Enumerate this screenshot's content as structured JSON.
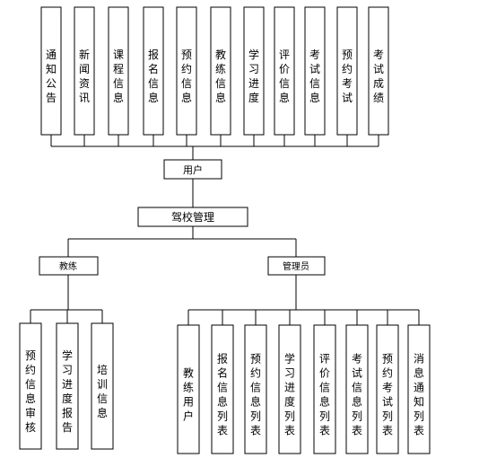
{
  "root": {
    "label": "驾校管理"
  },
  "user": {
    "label": "用户",
    "children": [
      "通知公告",
      "新闻资讯",
      "课程信息",
      "报名信息",
      "预约信息",
      "教练信息",
      "学习进度",
      "评价信息",
      "考试信息",
      "预约考试",
      "考试成绩"
    ]
  },
  "coach": {
    "label": "教练",
    "children": [
      "预约信息审核",
      "学习进度报告",
      "培训信息"
    ]
  },
  "admin": {
    "label": "管理员",
    "children": [
      "教练用户",
      "报名信息列表",
      "预约信息列表",
      "学习进度列表",
      "评价信息列表",
      "考试信息列表",
      "预约考试列表",
      "消息通知列表"
    ]
  },
  "colors": {
    "stroke": "#000000",
    "fill": "#ffffff",
    "text": "#000000"
  }
}
